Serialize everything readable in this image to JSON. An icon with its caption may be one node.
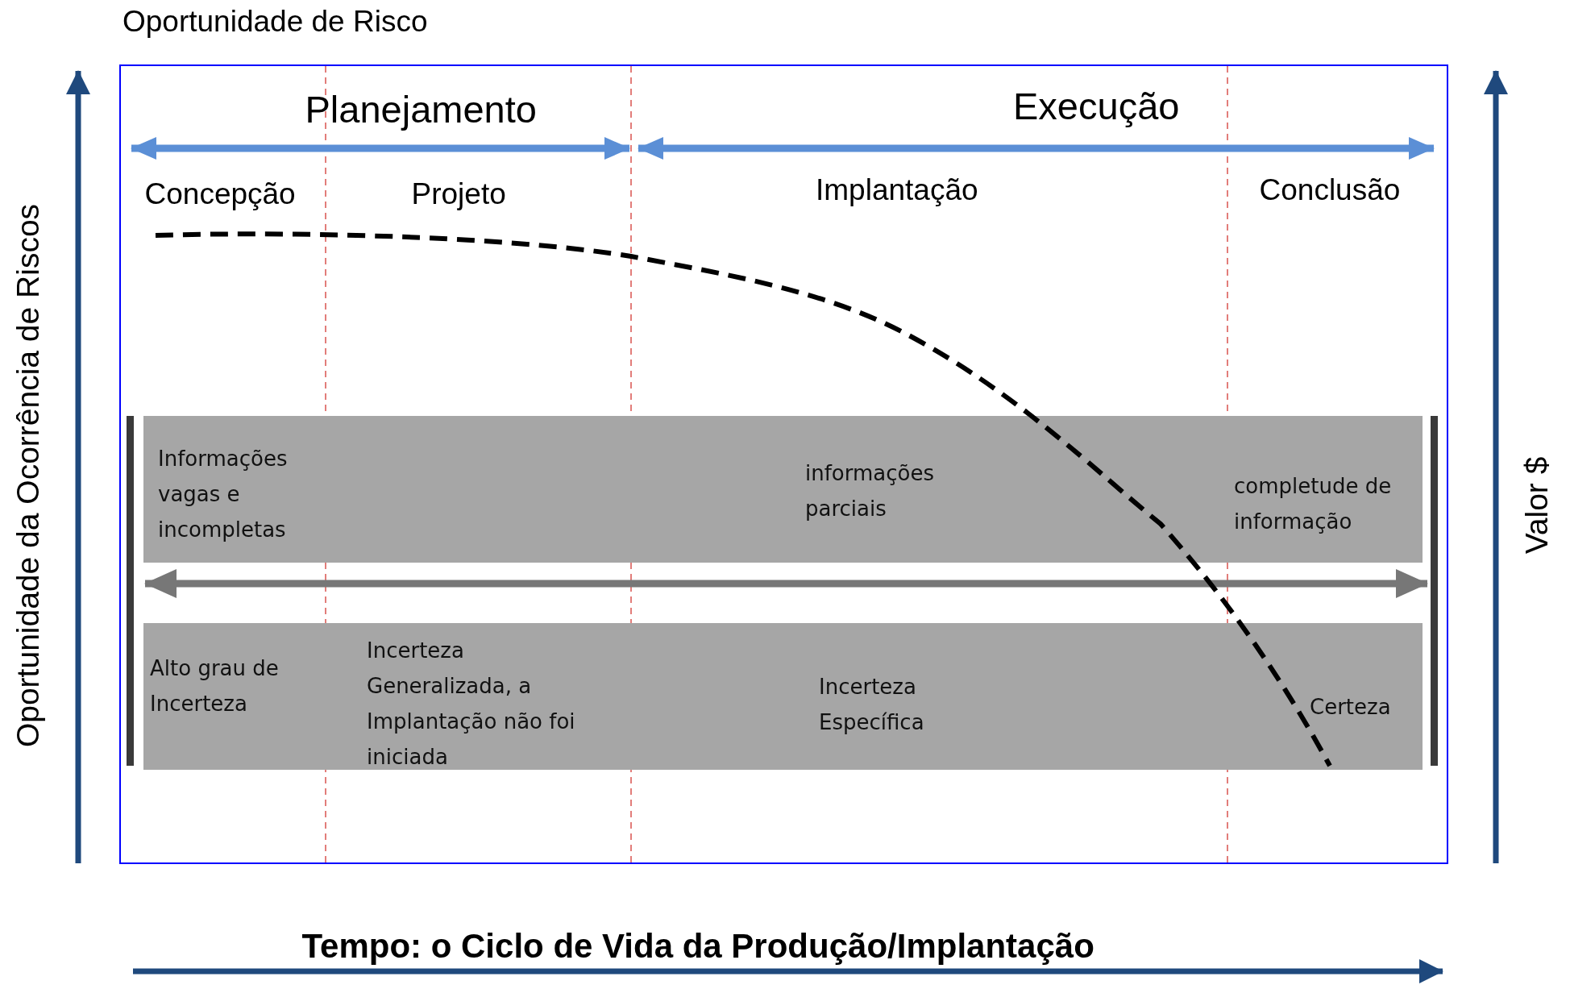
{
  "diagram": {
    "title": "Oportunidade de Risco",
    "nodes": [
      {
        "text": [
          "Informações vagas e incompletas",
          "informações parciais",
          "completude de informação"
        ]
      },
      {
        "text": [
          "Alto grau de Incerteza",
          "Incerteza Generalizada, a Implantação não foi iniciada",
          "Incerteza Específica",
          "Certeza"
        ]
      }
    ],
    "labels": [
      "Planejamento",
      "Execução",
      "Concepção",
      "Projeto",
      "Implantação",
      "Conclusão",
      "Oportunidade da Ocorrência de Riscos",
      "Valor $",
      "Tempo: o Ciclo de Vida da Produção/Implantação"
    ]
  }
}
